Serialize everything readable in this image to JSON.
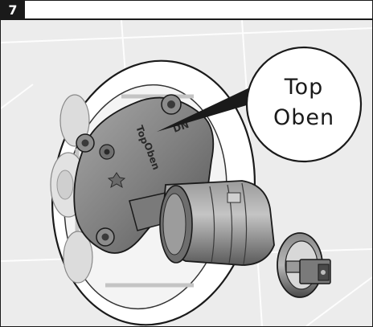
{
  "step": {
    "number": "7"
  },
  "callout": {
    "line1": "Top",
    "line2": "Oben"
  },
  "part_labels": {
    "top": "Top",
    "oben": "Oben",
    "brand": "DN"
  },
  "colors": {
    "ink": "#1a1a1a",
    "wall": "#e6e6e6",
    "body": "#8a8a8a",
    "body_dark": "#5c5c5c",
    "body_light": "#b4b4b4"
  }
}
